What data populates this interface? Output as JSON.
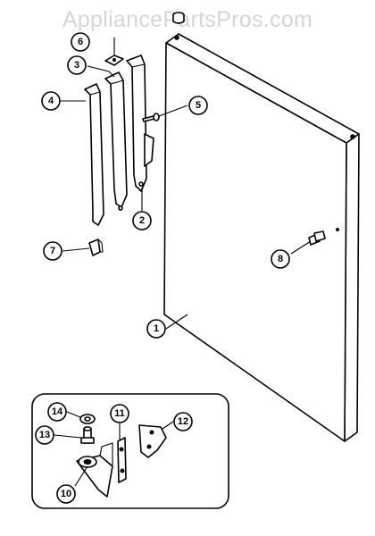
{
  "watermark": "AppliancePartsPros.com",
  "callouts": [
    {
      "id": "1",
      "label": "1"
    },
    {
      "id": "2",
      "label": "2"
    },
    {
      "id": "3",
      "label": "3"
    },
    {
      "id": "4",
      "label": "4"
    },
    {
      "id": "5",
      "label": "5"
    },
    {
      "id": "6",
      "label": "6"
    },
    {
      "id": "7",
      "label": "7"
    },
    {
      "id": "8",
      "label": "8"
    },
    {
      "id": "10",
      "label": "10"
    },
    {
      "id": "11",
      "label": "11"
    },
    {
      "id": "12",
      "label": "12"
    },
    {
      "id": "13",
      "label": "13"
    },
    {
      "id": "14",
      "label": "14"
    }
  ],
  "colors": {
    "line": "#000000",
    "background": "#ffffff",
    "watermark": "#d6d6d6"
  }
}
